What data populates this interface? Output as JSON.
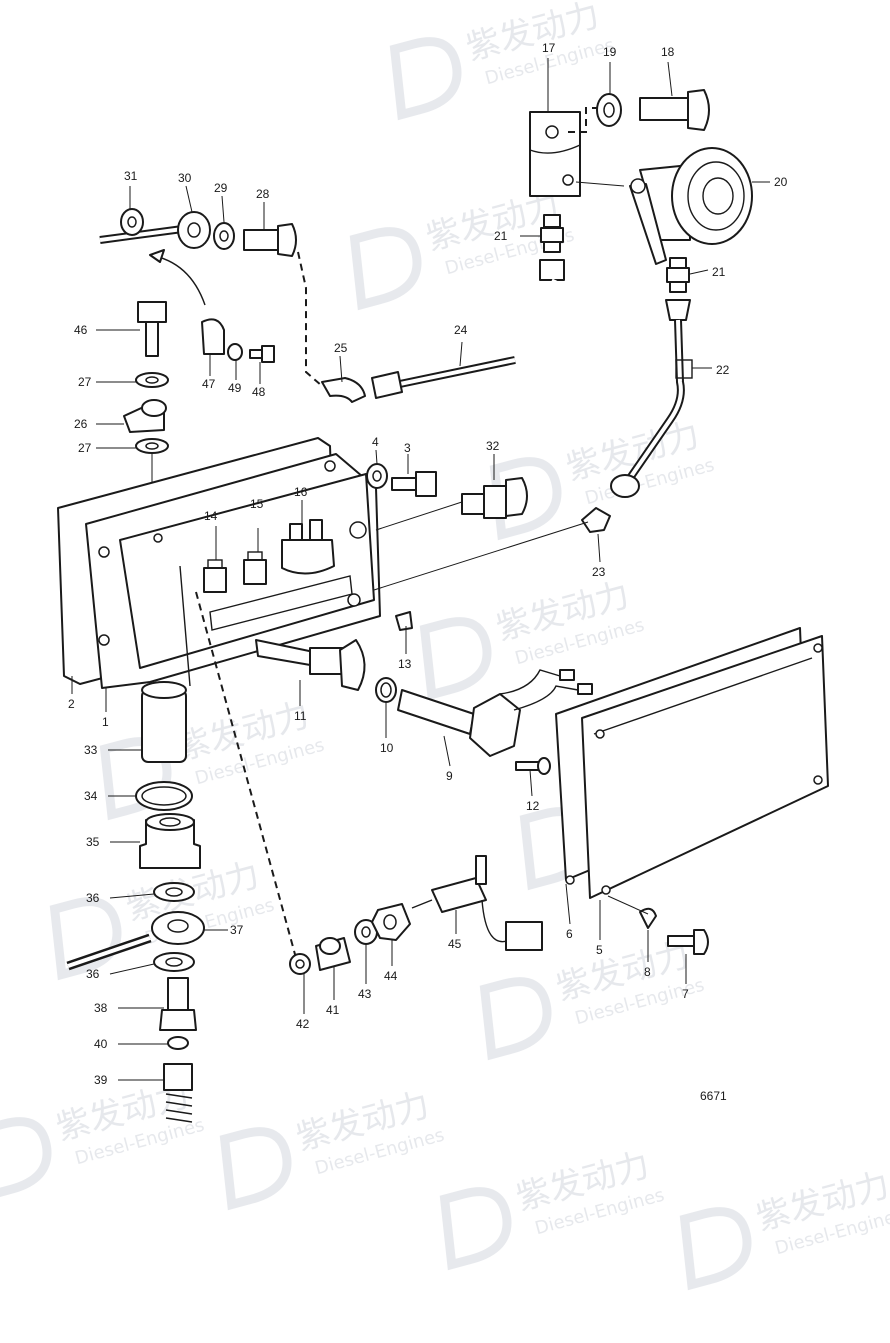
{
  "watermark": {
    "brand_cn": "紫发动力",
    "brand_en": "Diesel-Engines"
  },
  "drawing_number": "6671",
  "callouts": {
    "p1": "1",
    "p2": "2",
    "p3": "3",
    "p4": "4",
    "p5": "5",
    "p6": "6",
    "p7": "7",
    "p8": "8",
    "p9": "9",
    "p10": "10",
    "p11": "11",
    "p12": "12",
    "p13": "13",
    "p14": "14",
    "p15": "15",
    "p16": "16",
    "p17": "17",
    "p18": "18",
    "p19": "19",
    "p20": "20",
    "p21a": "21",
    "p21b": "21",
    "p22": "22",
    "p23": "23",
    "p24": "24",
    "p25": "25",
    "p26": "26",
    "p27a": "27",
    "p27b": "27",
    "p28": "28",
    "p29": "29",
    "p30": "30",
    "p31": "31",
    "p32": "32",
    "p33": "33",
    "p34": "34",
    "p35": "35",
    "p36a": "36",
    "p36b": "36",
    "p37": "37",
    "p38": "38",
    "p39": "39",
    "p40": "40",
    "p41": "41",
    "p42": "42",
    "p43": "43",
    "p44": "44",
    "p45": "45",
    "p46": "46",
    "p47": "47",
    "p48": "48",
    "p49": "49"
  }
}
